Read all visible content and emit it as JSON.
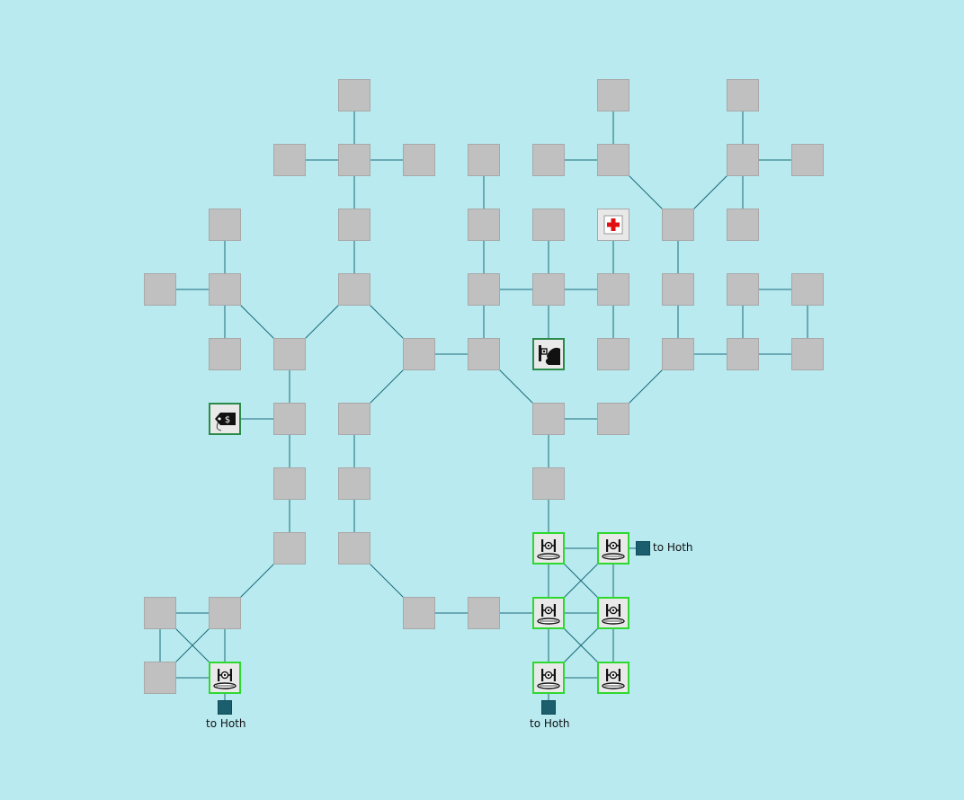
{
  "map": {
    "background_color": "#b8eaf0",
    "line_color": "#1b6a78",
    "room_color": "#c0c0c0",
    "exits": [
      {
        "label": "to Hoth",
        "icon": "exit-square-icon"
      },
      {
        "label": "to Hoth",
        "icon": "exit-square-icon"
      },
      {
        "label": "to Hoth",
        "icon": "exit-square-icon"
      }
    ],
    "special_rooms": [
      {
        "icon": "medical-cross-icon"
      },
      {
        "icon": "vendor-hand-icon"
      },
      {
        "icon": "price-tag-icon",
        "label": "$"
      },
      {
        "icon": "tie-fighter-icon"
      }
    ]
  }
}
